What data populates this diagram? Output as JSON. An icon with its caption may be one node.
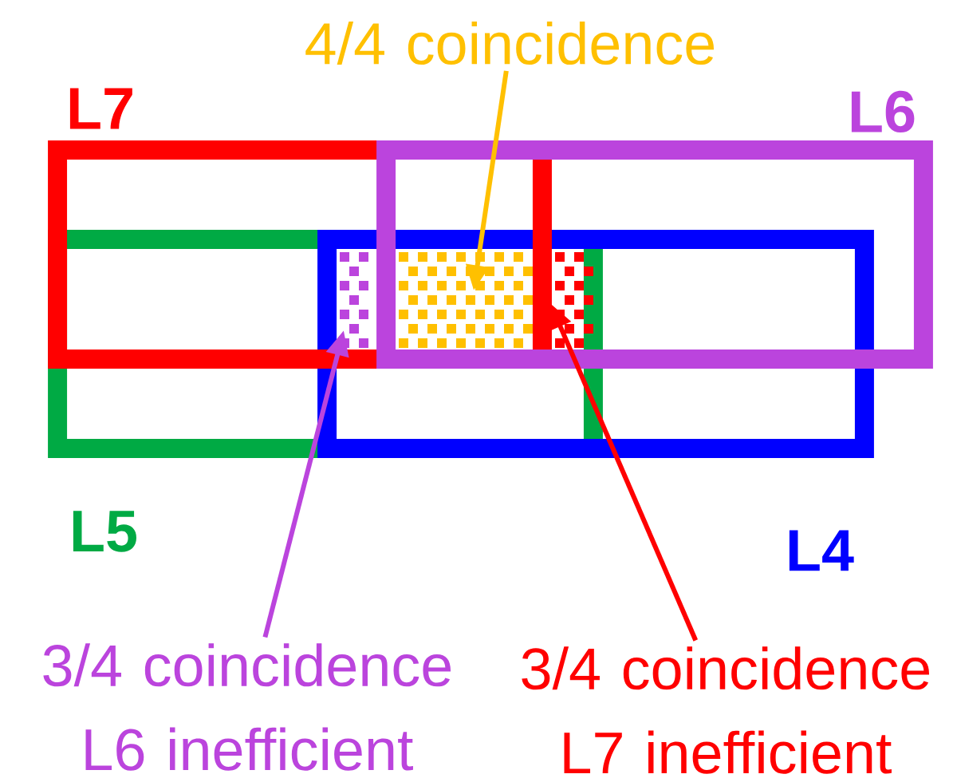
{
  "diagram": {
    "nodes": [
      {
        "text": [
          "L7"
        ]
      },
      {
        "text": [
          "L6"
        ]
      },
      {
        "text": [
          "L5"
        ]
      },
      {
        "text": [
          "L4"
        ]
      },
      {
        "text": [],
        "shape": "box"
      },
      {
        "text": [],
        "shape": "box"
      },
      {
        "text": [],
        "shape": "box"
      },
      {
        "text": [
          "4/4 coincidence"
        ]
      },
      {
        "text": [
          "3/4 coincidence L6 inefficient"
        ]
      },
      {
        "text": [
          "3/4 coincidence L7 inefficient"
        ]
      }
    ],
    "edges": [
      {
        "from": 7,
        "to": 5,
        "arrow": "to",
        "color": "#ffc000"
      },
      {
        "from": 8,
        "to": 4,
        "arrow": "to",
        "color": "#bb44dd"
      },
      {
        "from": 9,
        "to": 6,
        "arrow": "to",
        "color": "#ff0000"
      }
    ]
  }
}
